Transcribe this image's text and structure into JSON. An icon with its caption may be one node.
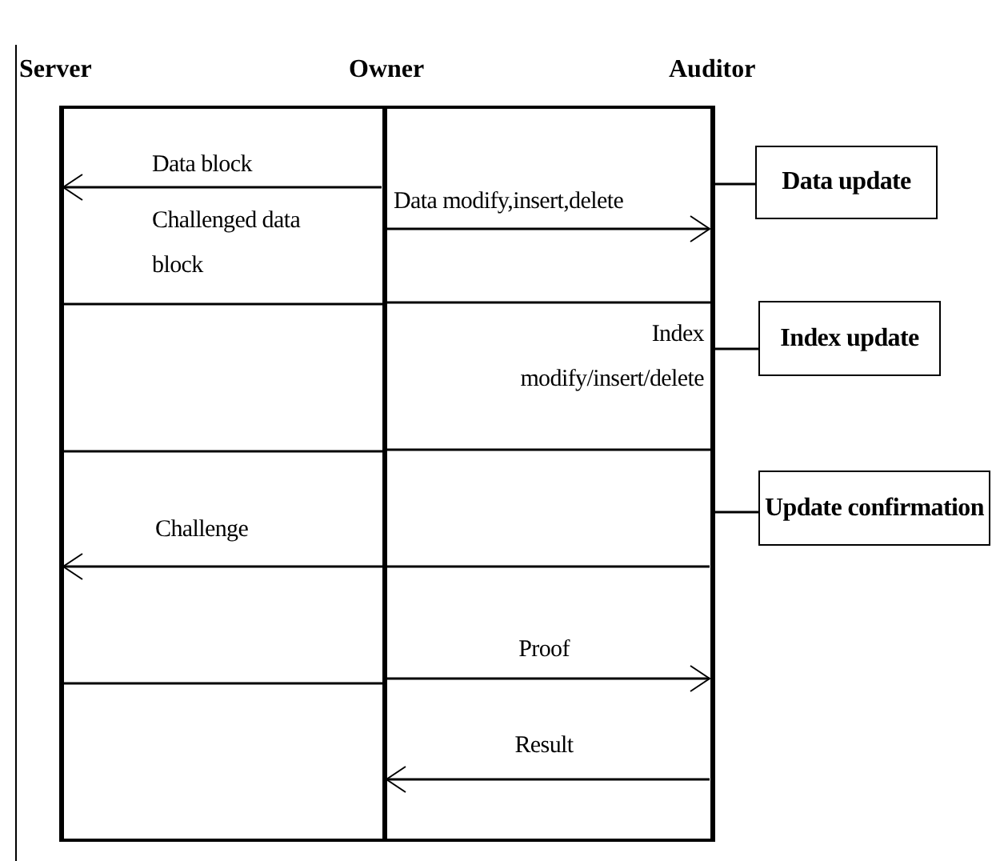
{
  "diagram": {
    "nodes": [
      {
        "text": [
          "Server"
        ]
      },
      {
        "text": [
          "Owner"
        ]
      },
      {
        "text": [
          "Auditor"
        ]
      },
      {
        "text": [
          "Data update"
        ]
      },
      {
        "text": [
          "Index update"
        ]
      },
      {
        "text": [
          "Update confirmation"
        ]
      }
    ],
    "edges": [
      {
        "from": 1,
        "to": 0,
        "arrow": "to",
        "label": "Data block"
      },
      {
        "from": 1,
        "to": 2,
        "arrow": "to",
        "label": "Data modify,insert,delete"
      },
      {
        "from": 2,
        "to": 0,
        "arrow": "to",
        "label": "Challenge"
      },
      {
        "from": 1,
        "to": 2,
        "arrow": "to",
        "label": "Proof"
      },
      {
        "from": 2,
        "to": 1,
        "arrow": "to",
        "label": "Result"
      },
      {
        "from": 2,
        "to": 3,
        "arrow": "none"
      },
      {
        "from": 2,
        "to": 4,
        "arrow": "none"
      },
      {
        "from": 2,
        "to": 5,
        "arrow": "none"
      }
    ],
    "labels": [
      "Challenged data block",
      "Index modify/insert/delete"
    ]
  }
}
